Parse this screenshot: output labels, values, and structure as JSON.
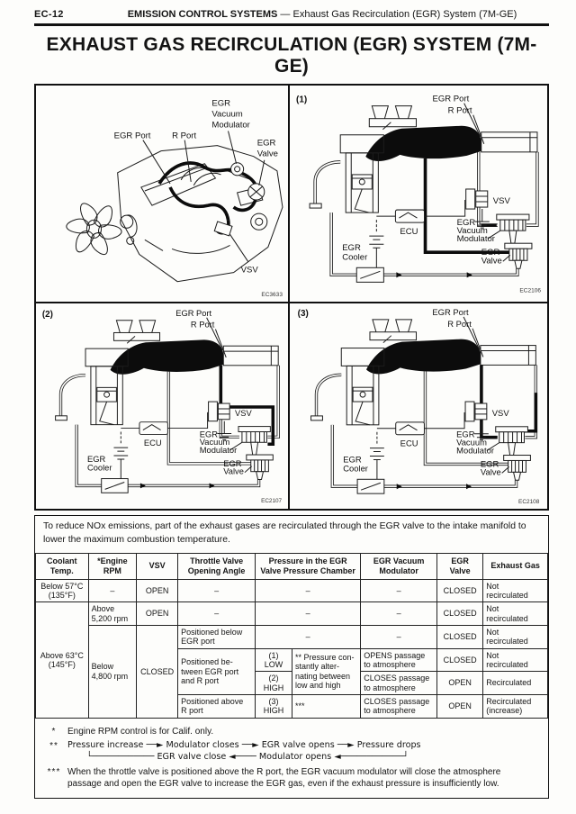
{
  "header": {
    "page_code": "EC-12",
    "section": "EMISSION CONTROL SYSTEMS",
    "separator": "—",
    "subtitle": "Exhaust Gas Recirculation (EGR) System (7M-GE)"
  },
  "title": "EXHAUST GAS RECIRCULATION (EGR) SYSTEM (7M-GE)",
  "diagrams": {
    "engine_view": {
      "labels": {
        "egr_port": "EGR Port",
        "r_port": "R Port",
        "evm_1": "EGR",
        "evm_2": "Vacuum",
        "evm_3": "Modulator",
        "valve_1": "EGR",
        "valve_2": "Valve",
        "vsv": "VSV"
      },
      "code": "EC3633"
    },
    "schematic_labels": {
      "egr_port": "EGR Port",
      "r_port": "R Port",
      "vsv": "VSV",
      "ecu": "ECU",
      "evm_1": "EGR",
      "evm_2": "Vacuum",
      "evm_3": "Modulator",
      "cooler_1": "EGR",
      "cooler_2": "Cooler",
      "valve_1": "EGR",
      "valve_2": "Valve"
    },
    "panel1": {
      "number": "(1)",
      "code": "EC2106"
    },
    "panel2": {
      "number": "(2)",
      "code": "EC2107"
    },
    "panel3": {
      "number": "(3)",
      "code": "EC2108"
    }
  },
  "intro": "To reduce NOx emissions, part of the exhaust gases are recirculated through the EGR valve to the intake manifold to lower the maximum combustion temperature.",
  "table": {
    "headers": {
      "coolant": "Coolant\nTemp.",
      "rpm": "*Engine\nRPM",
      "vsv": "VSV",
      "throttle": "Throttle Valve\nOpening Angle",
      "pressure": "Pressure in the EGR\nValve Pressure Chamber",
      "modulator": "EGR Vacuum\nModulator",
      "valve": "EGR\nValve",
      "exhaust": "Exhaust Gas"
    },
    "rows": [
      [
        "Below 57°C\n(135°F)",
        "–",
        "OPEN",
        "–",
        "–",
        "–",
        "CLOSED",
        "Not\nrecirculated"
      ],
      [
        "Above 63°C\n(145°F)",
        "Above\n5,200 rpm",
        "OPEN",
        "–",
        "–",
        "–",
        "CLOSED",
        "Not\nrecirculated"
      ],
      [
        "Below\n4,800 rpm",
        "CLOSED",
        "Positioned below\nEGR port",
        "–",
        "–",
        "CLOSED",
        "Not\nrecirculated"
      ],
      [
        "Positioned be-\ntween EGR port\nand R port",
        "(1)\nLOW",
        "** Pressure con-\nstantly alter-\nnating between\nlow and high",
        "OPENS passage\nto atmosphere",
        "CLOSED",
        "Not\nrecirculated"
      ],
      [
        "(2)\nHIGH",
        "CLOSES passage\nto atmosphere",
        "OPEN",
        "Recirculated"
      ],
      [
        "Positioned above\nR port",
        "(3)\nHIGH",
        "***",
        "CLOSES passage\nto atmosphere",
        "OPEN",
        "Recirculated\n(increase)"
      ]
    ]
  },
  "footnotes": {
    "f1": {
      "marker": "*",
      "text": "Engine RPM control is for Calif. only."
    },
    "f2": {
      "marker": "**",
      "flow": "Pressure increase ──► Modulator closes ──► EGR valve opens ──► Pressure drops\n       └──────────── EGR valve close ◄──── Modulator opens ◄────────────┘"
    },
    "f3": {
      "marker": "***",
      "text": "When the throttle valve is positioned above the R port, the EGR vacuum modulator will close the atmosphere\npassage and open the EGR valve to increase the EGR gas, even if the exhaust pressure is insufficiently low."
    }
  }
}
